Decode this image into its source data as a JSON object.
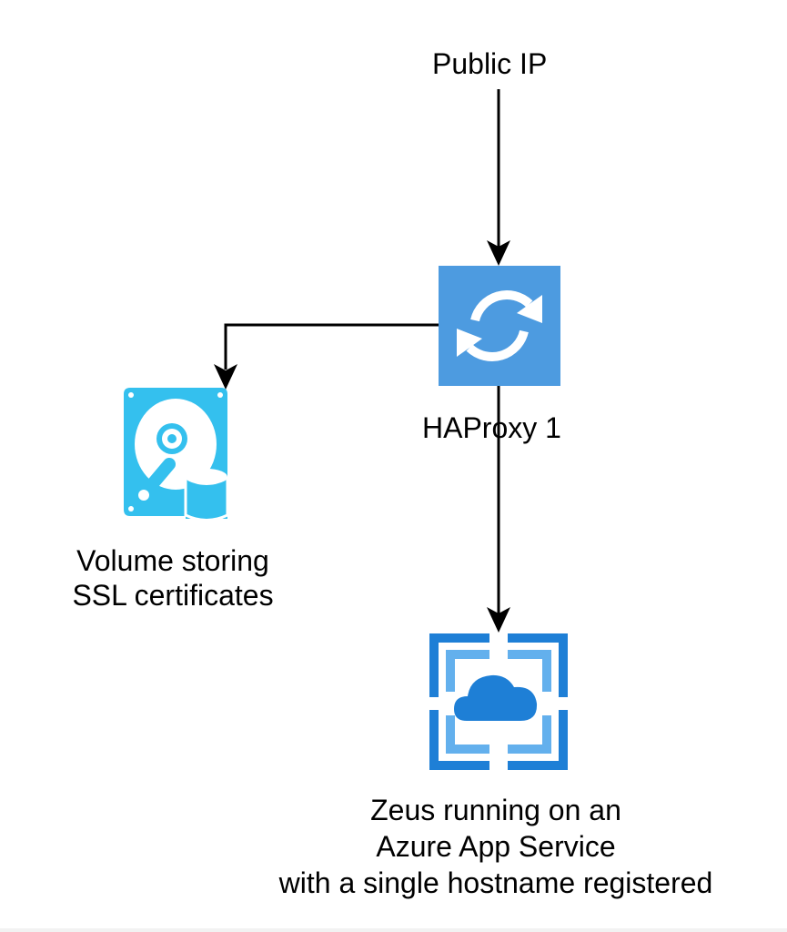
{
  "nodes": {
    "public_ip": {
      "label": "Public IP"
    },
    "haproxy": {
      "label": "HAProxy 1",
      "icon": "sync-icon",
      "color": "#4d9be0"
    },
    "volume": {
      "lines": [
        "Volume storing",
        "SSL certificates"
      ],
      "icon": "hard-disk-database-icon",
      "color": "#34c0ee"
    },
    "app_service": {
      "lines": [
        "Zeus running on an",
        "Azure App Service",
        "with a single hostname registered"
      ],
      "icon": "azure-app-service-icon",
      "color": "#1e7fd6"
    }
  },
  "edges": [
    {
      "from": "public_ip",
      "to": "haproxy"
    },
    {
      "from": "haproxy",
      "to": "volume"
    },
    {
      "from": "haproxy",
      "to": "app_service"
    }
  ]
}
